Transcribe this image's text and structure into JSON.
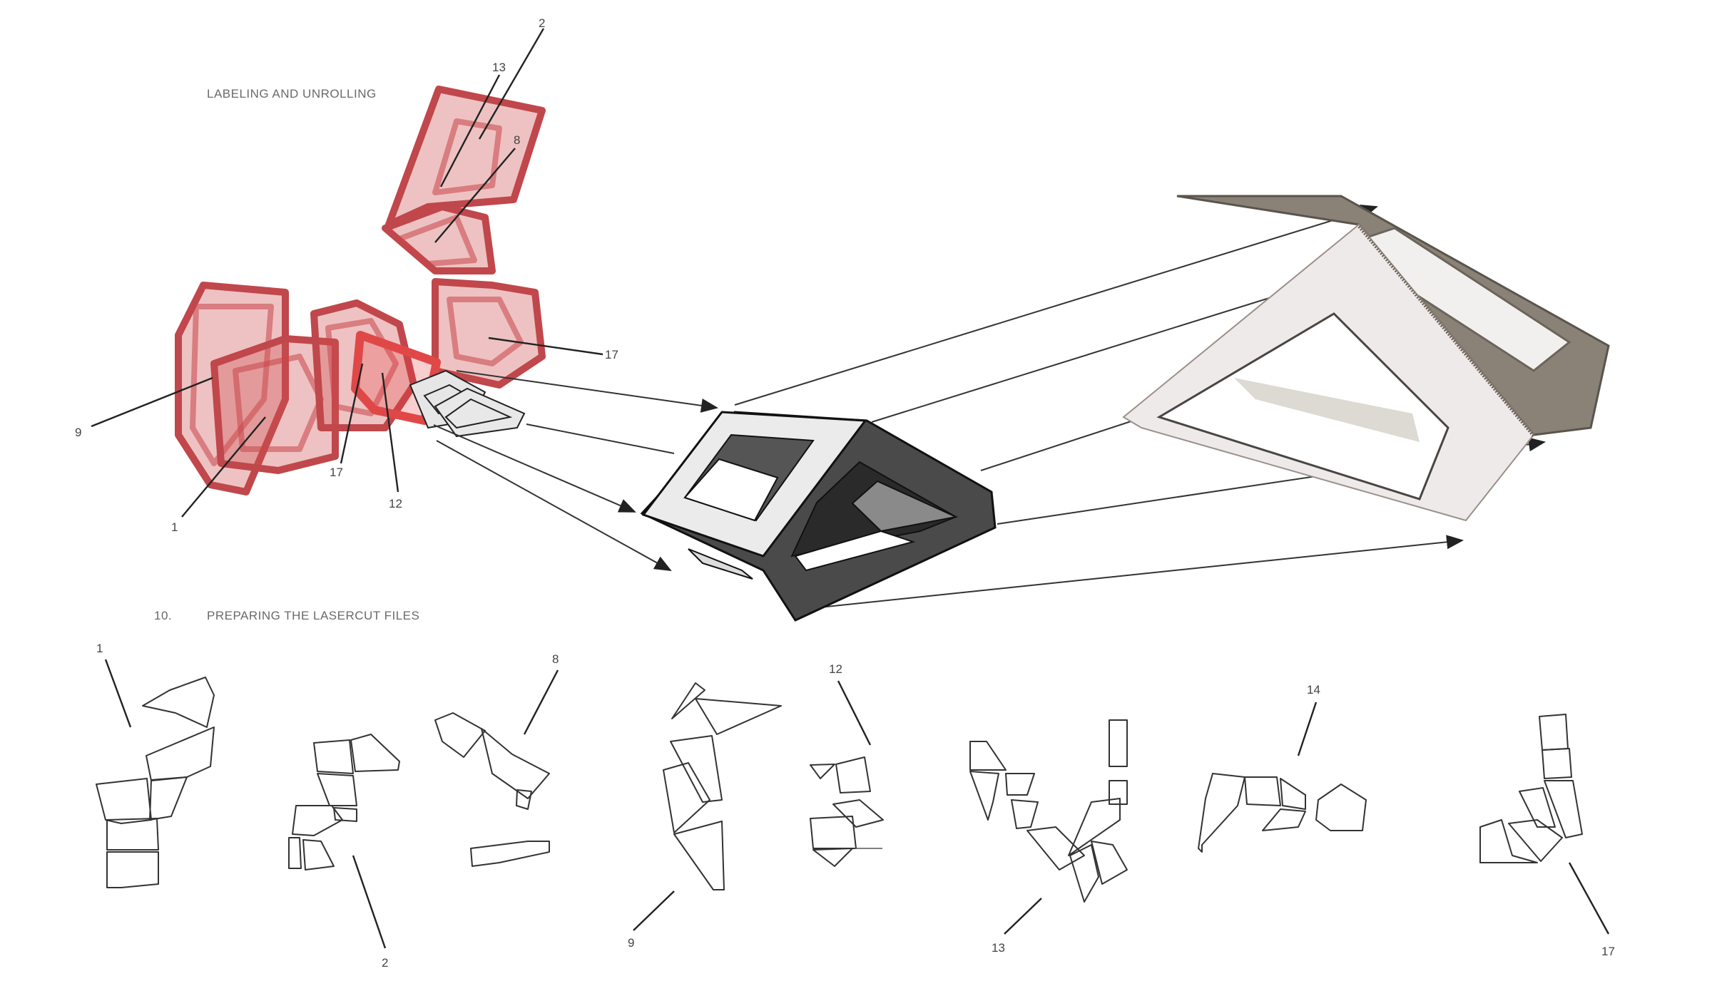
{
  "headings": {
    "labeling": "LABELING AND UNROLLING",
    "step_number": "10.",
    "step_title": "PREPARING THE LASERCUT FILES"
  },
  "model_labels": {
    "l2": "2",
    "l13": "13",
    "l8": "8",
    "l9": "9",
    "l17a": "17",
    "l17b": "17",
    "l1": "1",
    "l12": "12"
  },
  "unrolled_parts": [
    {
      "label": "1"
    },
    {
      "label": "2"
    },
    {
      "label": "8"
    },
    {
      "label": "9"
    },
    {
      "label": "12"
    },
    {
      "label": "13"
    },
    {
      "label": "14"
    },
    {
      "label": "17"
    }
  ],
  "colors": {
    "model_red": "#c0474b",
    "render_dark": "#4a4a4a",
    "render_light": "#e8e8e8",
    "photo_tan": "#8a8276",
    "photo_white": "#efeaea"
  }
}
